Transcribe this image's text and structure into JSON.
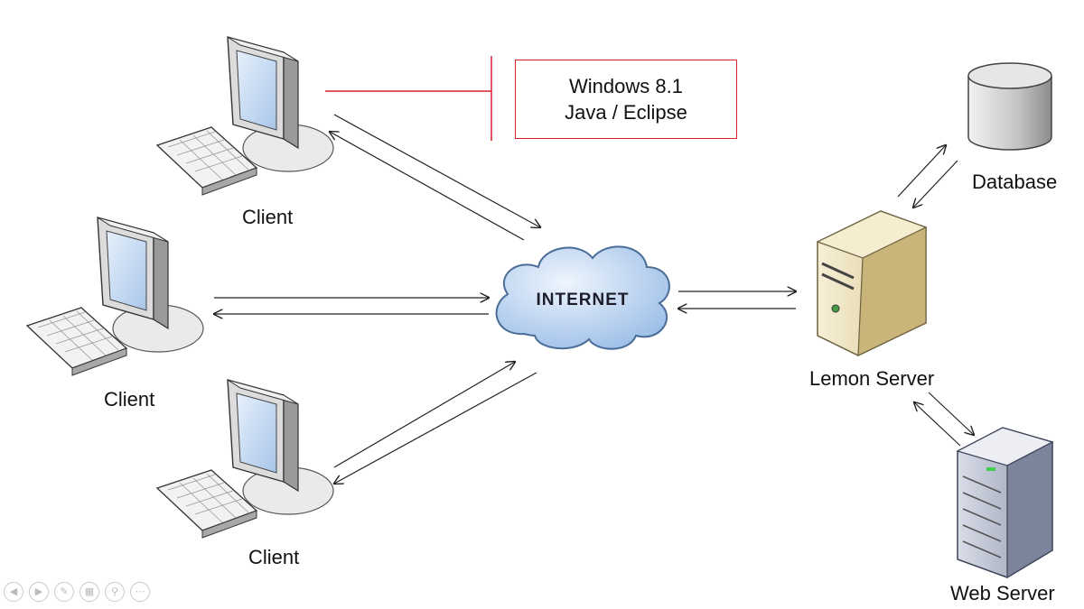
{
  "labels": {
    "client_top": "Client",
    "client_mid": "Client",
    "client_bottom": "Client",
    "internet": "INTERNET",
    "lemon_server": "Lemon Server",
    "database": "Database",
    "web_server": "Web Server"
  },
  "note": {
    "line1": "Windows 8.1",
    "line2": "Java / Eclipse"
  },
  "colors": {
    "note_border": "#d9202a",
    "cloud": "#b9d3f0",
    "server_body": "#e8dcb2",
    "monitor_screen": "#c9def5"
  },
  "icons": {
    "slideshow_controls": [
      "previous-icon",
      "next-icon",
      "pen-icon",
      "slides-icon",
      "zoom-icon",
      "more-icon"
    ]
  }
}
